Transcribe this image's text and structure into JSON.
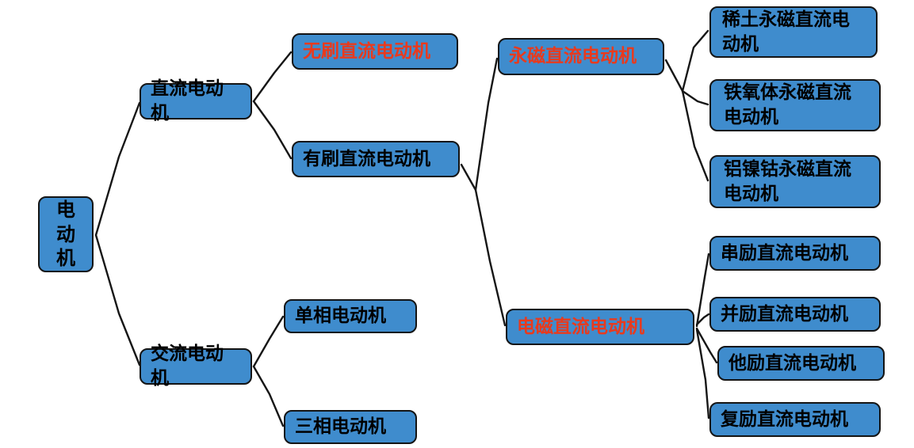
{
  "colors": {
    "background": "#ffffff",
    "node_fill": "#3f8ccd",
    "node_border": "#141414",
    "line": "#161616",
    "text_black": "#000000",
    "highlight_red": "#e93a1d"
  },
  "nodes": {
    "root": {
      "label": "电动机"
    },
    "dc": {
      "label": "直流电动机"
    },
    "ac": {
      "label": "交流电动机"
    },
    "brushless": {
      "label": "无刷直流电动机"
    },
    "brushed": {
      "label": "有刷直流电动机"
    },
    "single": {
      "label": "单相电动机"
    },
    "three": {
      "label": "三相电动机"
    },
    "pm": {
      "label": "永磁直流电动机"
    },
    "em": {
      "label": "电磁直流电动机"
    },
    "rare": {
      "label": "稀土永磁直流电动机"
    },
    "ferrite": {
      "label": "铁氧体永磁直流电动机"
    },
    "alnico": {
      "label": "铝镍钴永磁直流电动机"
    },
    "series": {
      "label": "串励直流电动机"
    },
    "shunt": {
      "label": "并励直流电动机"
    },
    "separate": {
      "label": "他励直流电动机"
    },
    "compound": {
      "label": "复励直流电动机"
    }
  }
}
